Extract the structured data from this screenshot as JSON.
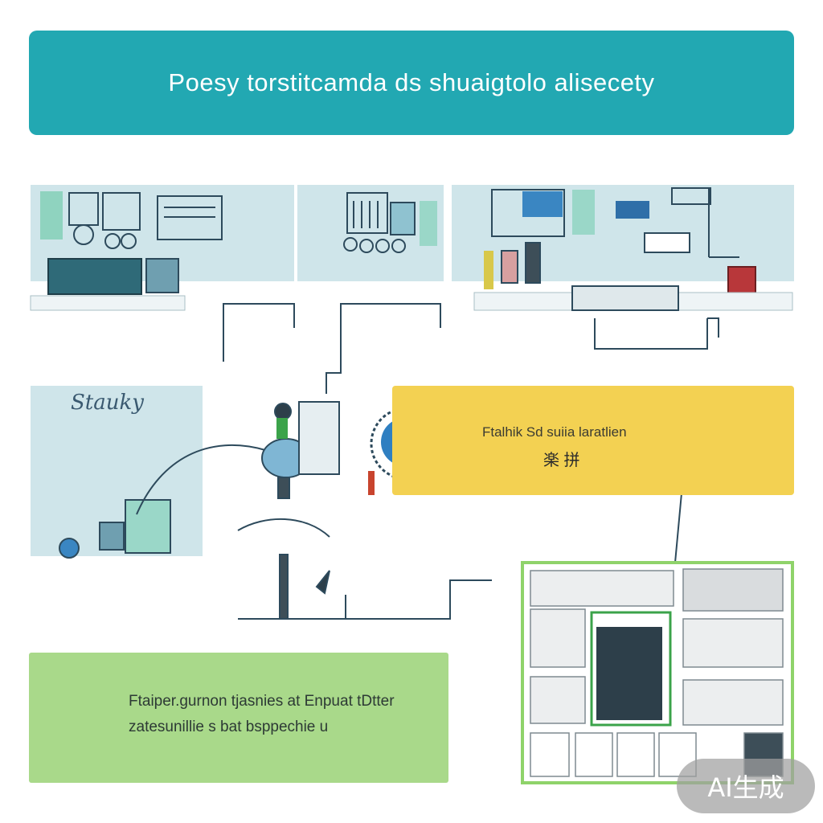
{
  "header": {
    "title": "Poesy torstitcamda ds shuaigtolo alisecety"
  },
  "left_panel": {
    "label": "Stauky"
  },
  "yellow_callout": {
    "title": "Ftalhik Sd suiia laratlien",
    "subtitle": "楽 拼"
  },
  "green_callout": {
    "line1": "Ftaiper.gurnon tjasnies at Enpuat tDtter",
    "line2": "zatesunillie s bat bsppechie u"
  },
  "watermark": {
    "text": "AI生成"
  },
  "colors": {
    "teal": "#22a8b2",
    "light_blue": "#cfe5ea",
    "yellow": "#f3d152",
    "green": "#a9d98a",
    "frame_green": "#8fd36a",
    "navy": "#2d4a5c"
  }
}
